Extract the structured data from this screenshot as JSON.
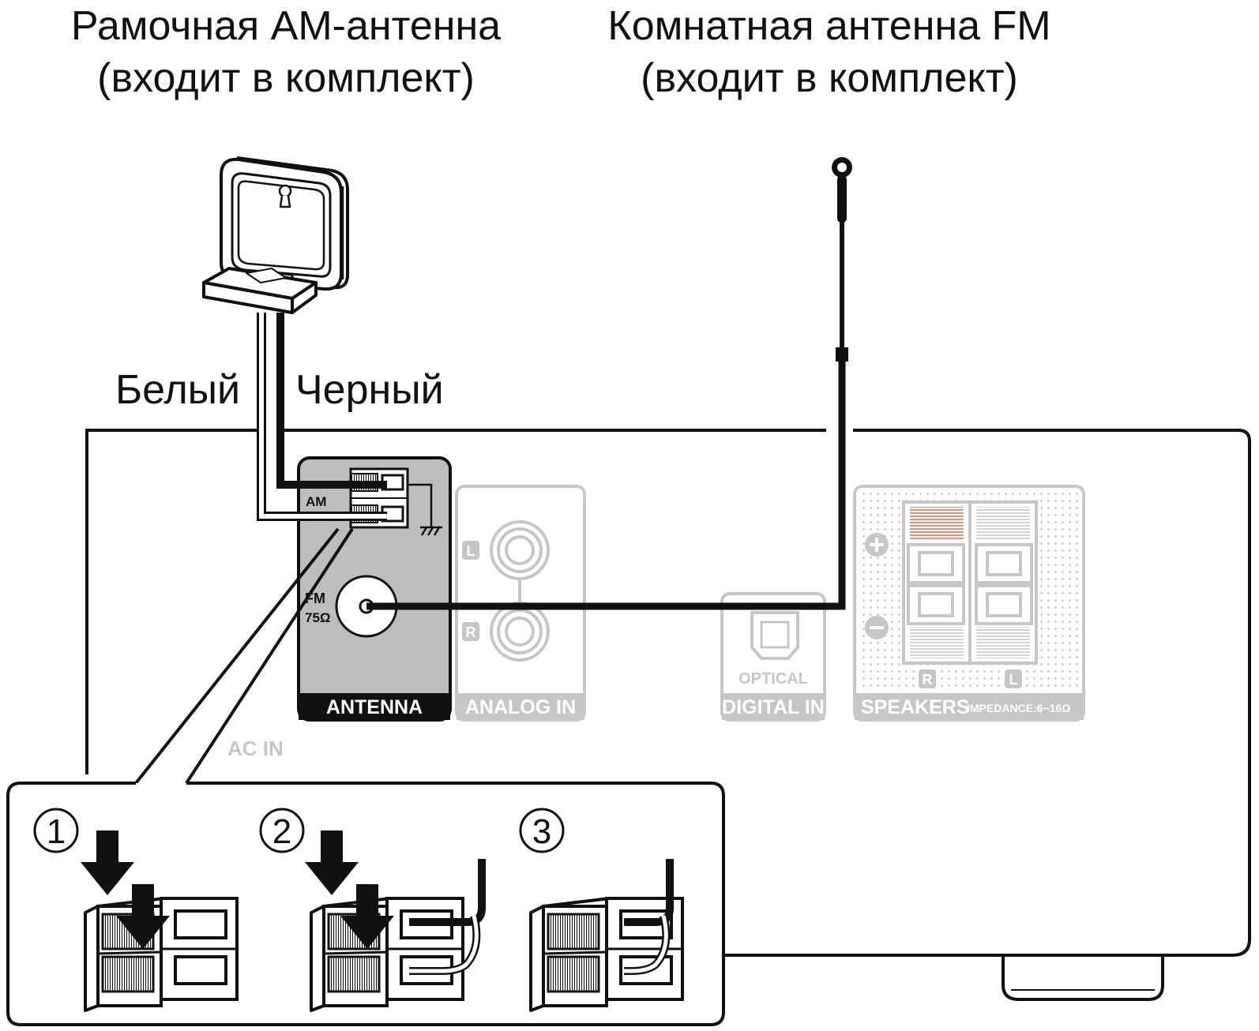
{
  "captions": {
    "am_antenna": {
      "line1": "Рамочная АМ-антенна",
      "line2": "(входит в комплект)"
    },
    "fm_antenna": {
      "line1": "Комнатная антенна FM",
      "line2": "(входит в комплект)"
    }
  },
  "wire_labels": {
    "white": "Белый",
    "black": "Черный"
  },
  "panel": {
    "antenna": {
      "label": "ANTENNA",
      "am": "AM",
      "fm": "FM",
      "fm_impedance": "75Ω"
    },
    "analog_in": {
      "label": "ANALOG IN",
      "left": "L",
      "right": "R"
    },
    "digital_in": {
      "label": "DIGITAL IN",
      "optical": "OPTICAL"
    },
    "speakers": {
      "label": "SPEAKERS",
      "impedance": "IMPEDANCE:6~16Ω",
      "right": "R",
      "left": "L"
    },
    "ac_in": "AC IN"
  },
  "steps": [
    "①",
    "②",
    "③"
  ],
  "colors": {
    "line": "#111111",
    "antenna_panel": "#bdbdbd",
    "faded": "#c6c6c6",
    "speaker_red": "#e8735c"
  }
}
